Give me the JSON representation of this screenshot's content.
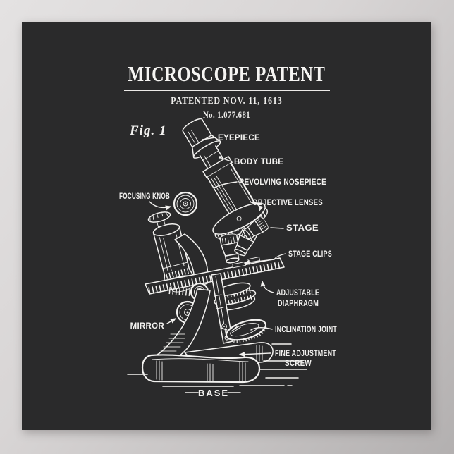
{
  "poster": {
    "title": "MICROSCOPE PATENT",
    "patent_date": "PATENTED NOV. 11, 1613",
    "patent_number": "No. 1.077.681",
    "figure_label": "Fig. 1",
    "base_label": "BASE",
    "part_labels": {
      "eyepiece": "EYEPIECE",
      "body_tube": "BODY TUBE",
      "revolving_nosepiece": "REVOLVING NOSEPIECE",
      "objective_lenses": "OBJECTIVE LENSES",
      "stage": "STAGE",
      "stage_clips": "STAGE CLIPS",
      "adjustable_diaphragm_line1": "ADJUSTABLE",
      "adjustable_diaphragm_line2": "DIAPHRAGM",
      "inclination_joint": "INCLINATION JOINT",
      "fine_adjustment_line1": "FINE ADJUSTMENT",
      "fine_adjustment_line2": "SCREW",
      "focusing_knob": "FOCUSING KNOB",
      "mirror": "MIRROR"
    },
    "colors": {
      "wall_top": "#e4e2e2",
      "wall_bottom": "#b3b0b0",
      "poster_background": "#2a2a2b",
      "ink": "#f3f2f0"
    }
  }
}
